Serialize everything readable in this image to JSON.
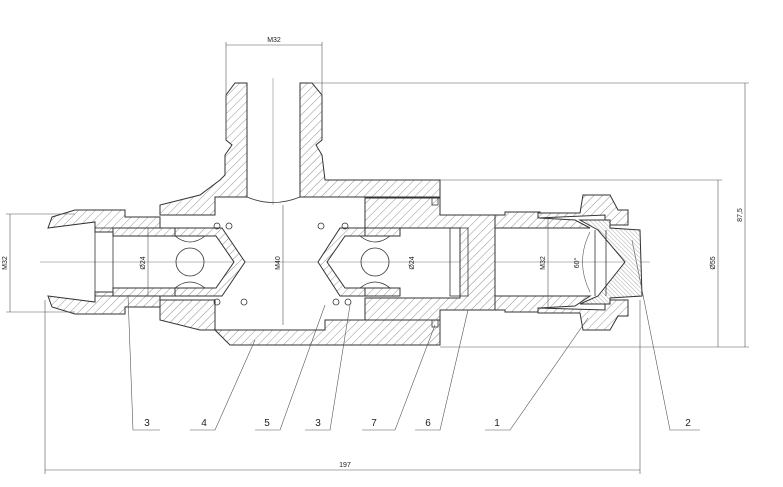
{
  "dimensions": {
    "top_thread": "M32",
    "left_thread": "M32",
    "left_bore": "Ø24",
    "chamber_thread": "M40",
    "right_bore": "Ø24",
    "right_thread": "M32",
    "cone_angle": "60°",
    "outer_diameter": "Ø55",
    "height": "87,5",
    "length": "197"
  },
  "balloons": [
    "3",
    "4",
    "5",
    "3",
    "7",
    "6",
    "1",
    "2"
  ]
}
